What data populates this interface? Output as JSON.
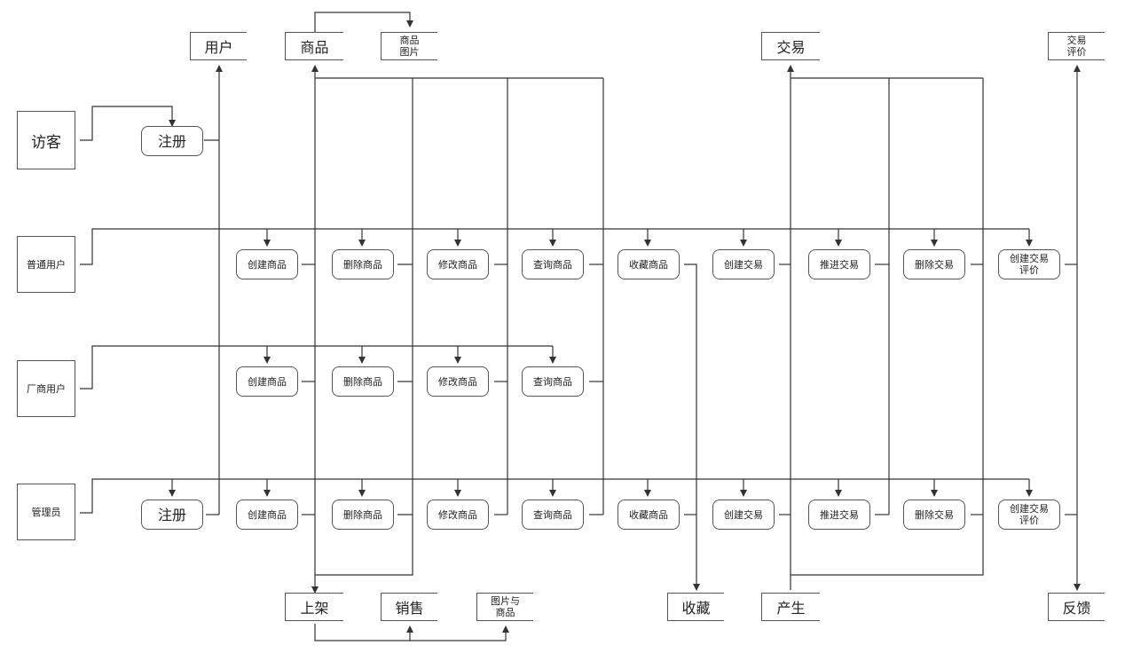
{
  "actors": {
    "visitor": "访客",
    "normal_user": "普通用户",
    "vendor_user": "厂商用户",
    "admin": "管理员"
  },
  "stores": {
    "user": "用户",
    "goods": "商品",
    "goods_image": "商品\n图片",
    "trade": "交易",
    "trade_review": "交易\n评价",
    "listing": "上架",
    "sales": "销售",
    "image_and_goods": "图片与\n商品",
    "favorites": "收藏",
    "produce": "产生",
    "feedback": "反馈"
  },
  "processes": {
    "register": "注册",
    "create_goods": "创建商品",
    "delete_goods": "删除商品",
    "modify_goods": "修改商品",
    "query_goods": "查询商品",
    "favorite_goods": "收藏商品",
    "create_trade": "创建交易",
    "advance_trade": "推进交易",
    "delete_trade": "删除交易",
    "create_trade_review": "创建交易\n评价"
  }
}
